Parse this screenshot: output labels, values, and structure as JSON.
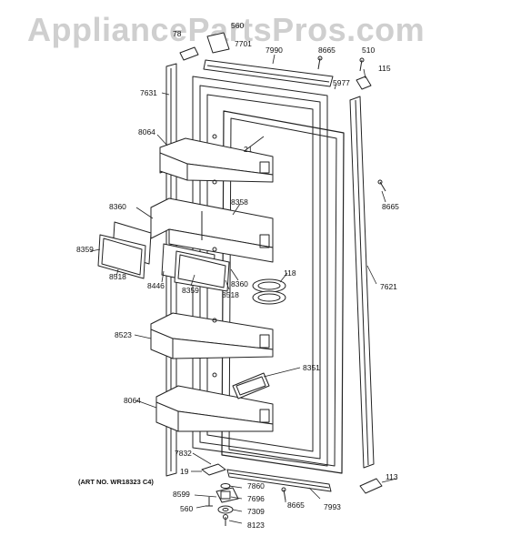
{
  "watermark": "AppliancePartsPros.com",
  "art_number": "(ART NO. WR18323 C4)",
  "labels": {
    "l_78": "78",
    "l_560_top": "560",
    "l_7701": "7701",
    "l_7990": "7990",
    "l_8665_top": "8665",
    "l_510": "510",
    "l_115": "115",
    "l_5977": "5977",
    "l_7631": "7631",
    "l_8064_top": "8064",
    "l_21": "21",
    "l_8665_right": "8665",
    "l_8360_left": "8360",
    "l_8358": "8358",
    "l_8359_left": "8359",
    "l_8518_left": "8518",
    "l_8446": "8446",
    "l_8359_mid": "8359",
    "l_8518_mid": "8518",
    "l_8360_mid": "8360",
    "l_118": "118",
    "l_7621": "7621",
    "l_8523": "8523",
    "l_8351": "8351",
    "l_8064_bottom": "8064",
    "l_7832": "7832",
    "l_19": "19",
    "l_113": "113",
    "l_7860": "7860",
    "l_8599": "8599",
    "l_7696": "7696",
    "l_560_bottom": "560",
    "l_7309": "7309",
    "l_8665_bottom": "8665",
    "l_7993": "7993",
    "l_8123": "8123"
  }
}
